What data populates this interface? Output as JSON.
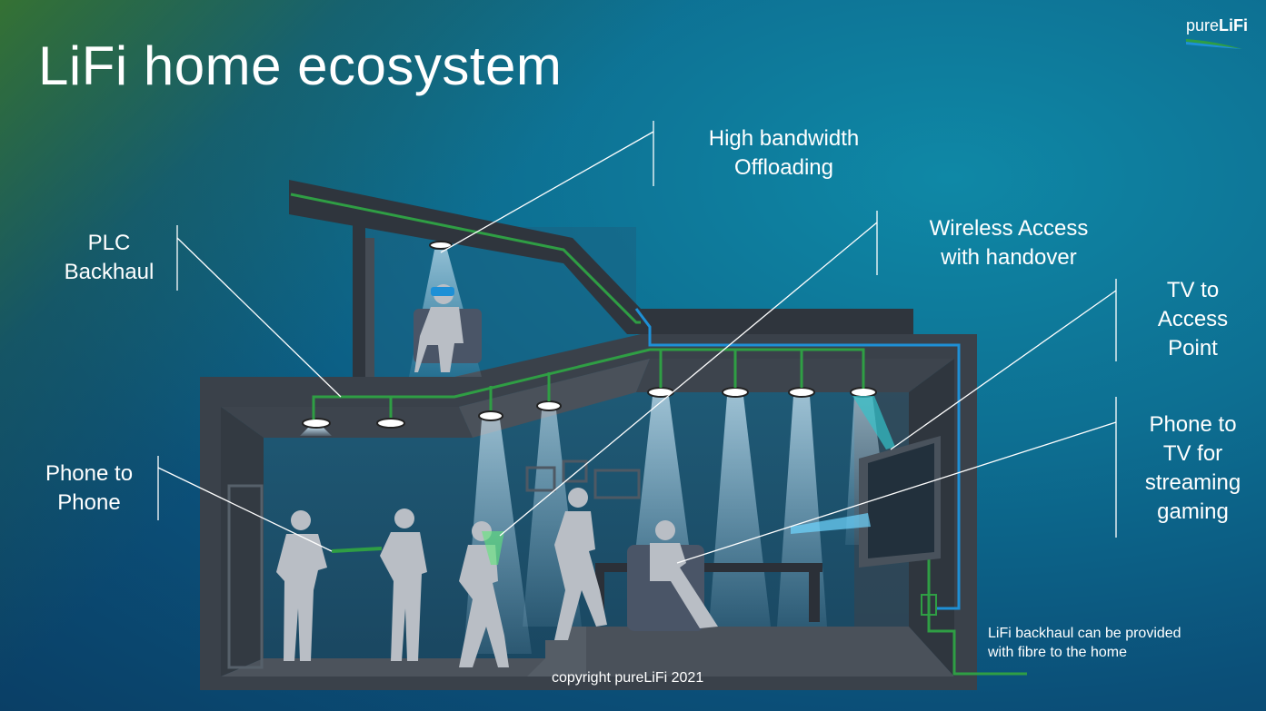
{
  "title": "LiFi home ecosystem",
  "logo": {
    "text_light": "pure",
    "text_bold": "LiFi"
  },
  "labels": {
    "high_bandwidth": "High bandwidth\nOffloading",
    "plc_backhaul": "PLC\nBackhaul",
    "wireless_access": "Wireless Access\nwith handover",
    "tv_access_point": "TV to\nAccess\nPoint",
    "phone_to_phone": "Phone to\nPhone",
    "phone_tv_streaming": "Phone to\nTV for\nstreaming\ngaming"
  },
  "note": "LiFi backhaul can be provided\nwith fibre to the home",
  "copyright": "copyright pureLiFi 2021",
  "colors": {
    "plc_line": "#2f9e44",
    "fibre_line": "#1e90d6",
    "house_dark": "#3a414a",
    "figure": "#b9bec5"
  }
}
